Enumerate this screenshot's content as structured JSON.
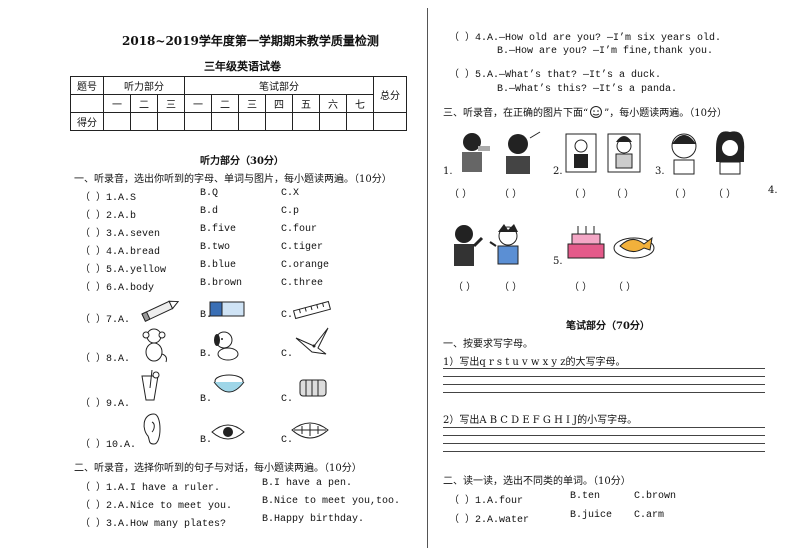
{
  "header": {
    "title": "2018~2019学年度第一学期期末教学质量检测",
    "subtitle": "三年级英语试卷"
  },
  "score_table": {
    "col_tihao": "题号",
    "listening": "听力部分",
    "writing": "笔试部分",
    "total": "总分",
    "nums": [
      "一",
      "二",
      "三",
      "一",
      "二",
      "三",
      "四",
      "五",
      "六",
      "七"
    ],
    "row_score": "得分"
  },
  "left": {
    "listening_title": "听力部分（30分）",
    "sec1_title": "一、听录音，选出你听到的字母、单词与图片，每小题读两遍。（10分）",
    "sec1_rows": [
      {
        "n": "（    ）1.A.S",
        "b": "B.Q",
        "c": "C.X"
      },
      {
        "n": "（    ）2.A.b",
        "b": "B.d",
        "c": "C.p"
      },
      {
        "n": "（    ）3.A.seven",
        "b": "B.five",
        "c": "C.four"
      },
      {
        "n": "（    ）4.A.bread",
        "b": "B.two",
        "c": "C.tiger"
      },
      {
        "n": "（    ）5.A.yellow",
        "b": "B.blue",
        "c": "C.orange"
      },
      {
        "n": "（    ）6.A.body",
        "b": "B.brown",
        "c": "C.three"
      }
    ],
    "pic_rows": [
      {
        "n": "（    ）7.A.",
        "b": "B.",
        "c": "C."
      },
      {
        "n": "（    ）8.A.",
        "b": "B.",
        "c": "C."
      },
      {
        "n": "（    ）9.A.",
        "b": "B.",
        "c": "C."
      },
      {
        "n": "（    ）10.A.",
        "b": "B.",
        "c": "C."
      }
    ],
    "sec2_title": "二、听录音，选择你听到的句子与对话，每小题读两遍。（10分）",
    "sec2_rows": [
      {
        "n": "（    ）1.A.I have a ruler.",
        "b": "B.I have a pen."
      },
      {
        "n": "（    ）2.A.Nice to meet you.",
        "b": "B.Nice to meet you,too."
      },
      {
        "n": "（    ）3.A.How many plates?",
        "b": "B.Happy birthday."
      }
    ]
  },
  "right": {
    "q4a": "（    ）4.A.—How old are you?   —I’m six years old.",
    "q4b": "B.—How are you?   —I’m fine,thank you.",
    "q5a": "（    ）5.A.—What’s that?   —It’s a duck.",
    "q5b": "B.—What’s this?   —It’s a panda.",
    "sec3_title": "三、听录音，在正确的图片下面“",
    "sec3_tail": "”，每小题读两遍。（10分）",
    "pic_nums": [
      "1.",
      "2.",
      "3.",
      "4.",
      "5."
    ],
    "paren": "（    ）",
    "writing_title": "笔试部分（70分）",
    "w1_title": "一、按要求写字母。",
    "w1_q1": "1）写出q r s t u v w x y z的大写字母。",
    "w1_q2": "2）写出A B C D E F G H I J的小写字母。",
    "w2_title": "二、读一读，选出不同类的单词。（10分）",
    "w2_rows": [
      {
        "n": "（    ）1.A.four",
        "b": "B.ten",
        "c": "C.brown"
      },
      {
        "n": "（    ）2.A.water",
        "b": "B.juice",
        "c": "C.arm"
      }
    ]
  }
}
